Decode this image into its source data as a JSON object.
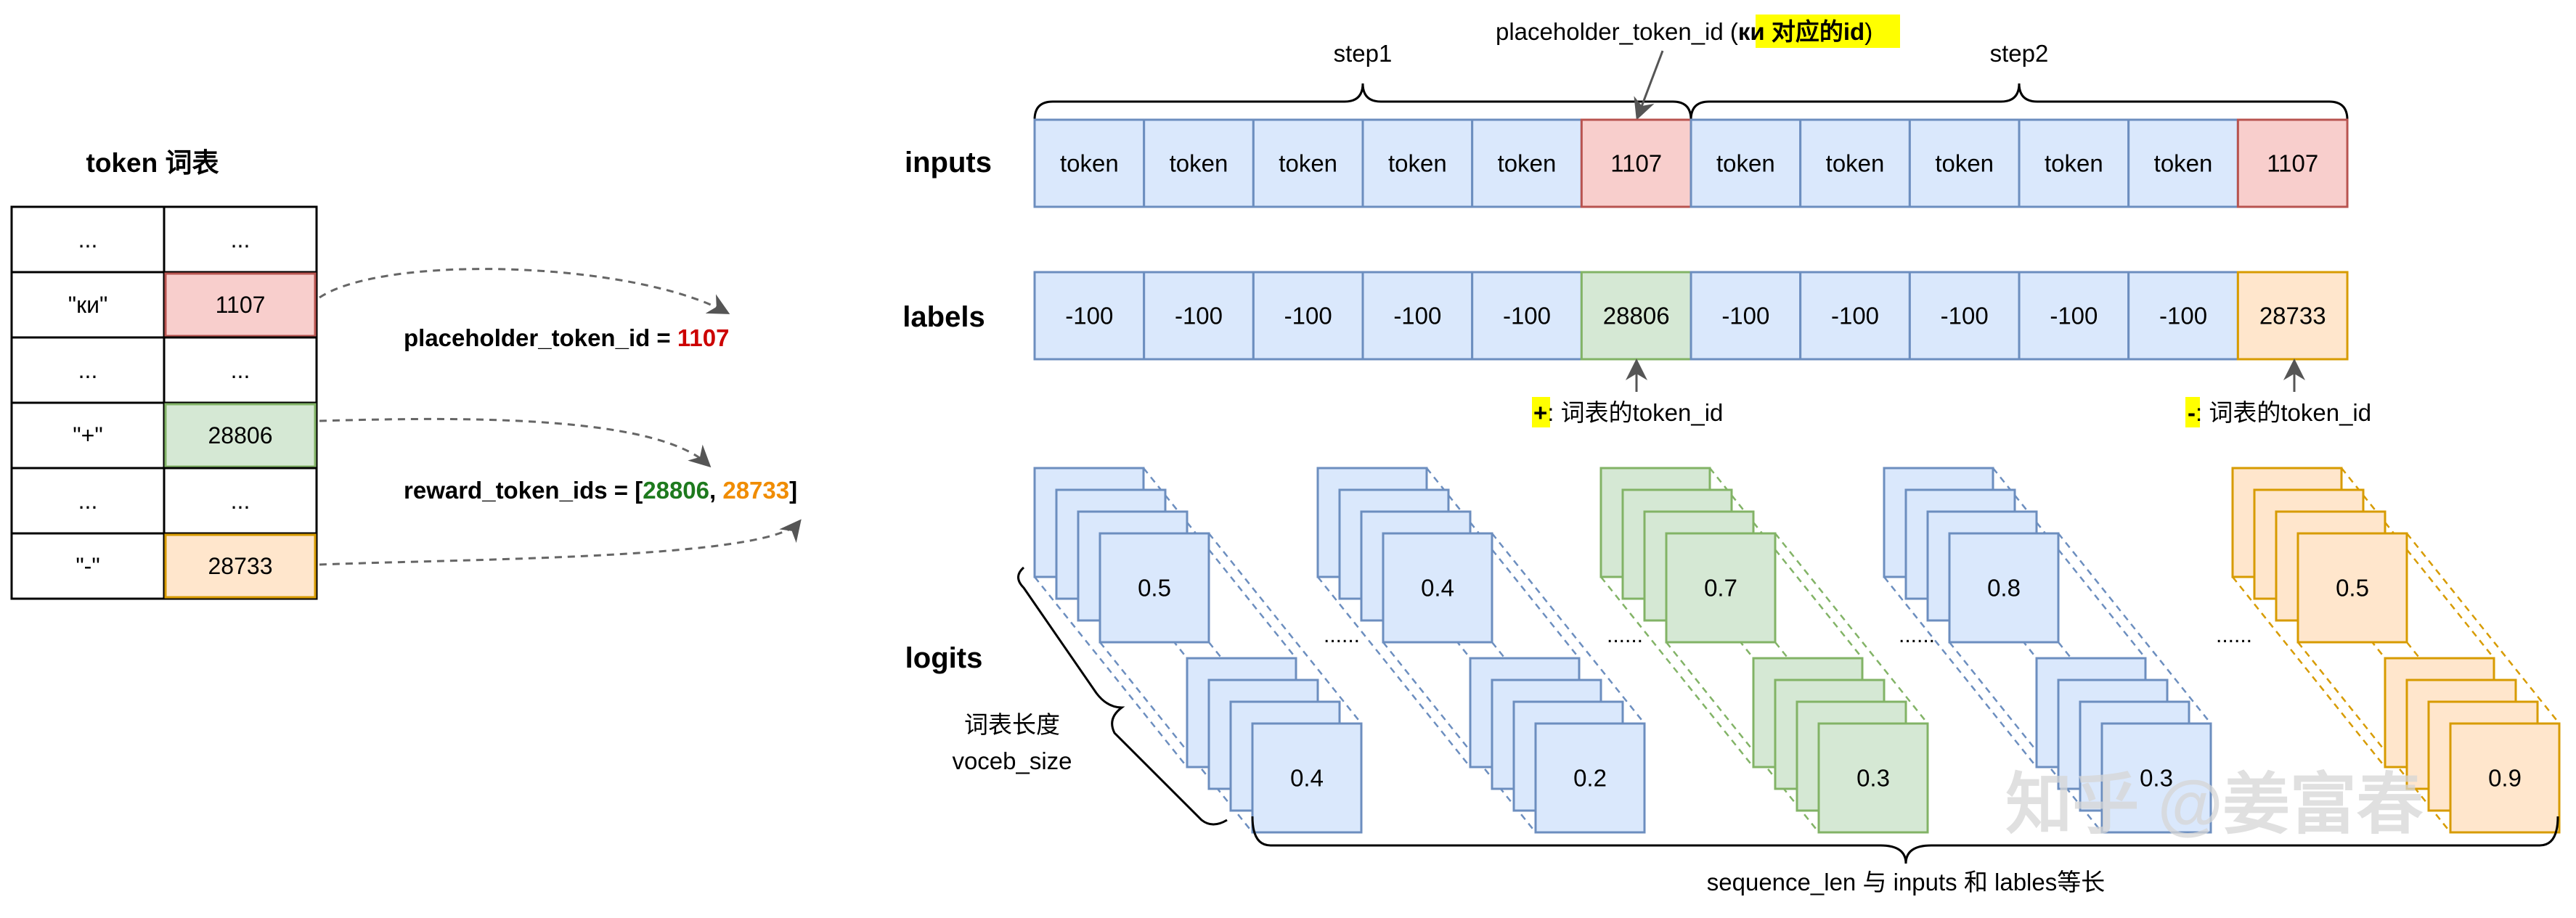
{
  "vocab": {
    "title": "token 词表",
    "rows": [
      {
        "token": "...",
        "id": "..."
      },
      {
        "token": "\"ки\"",
        "id": "1107"
      },
      {
        "token": "...",
        "id": "..."
      },
      {
        "token": "\"+\"",
        "id": "28806"
      },
      {
        "token": "...",
        "id": "..."
      },
      {
        "token": "\"-\"",
        "id": "28733"
      }
    ]
  },
  "placeholder_eq": {
    "name": "placeholder_token_id",
    "eq": " = ",
    "value": "1107"
  },
  "reward_eq": {
    "name": "reward_token_ids",
    "eq": " = ",
    "open": "[",
    "v1": "28806",
    "sep": ", ",
    "v2": "28733",
    "close": "]"
  },
  "row_labels": {
    "inputs": "inputs",
    "labels": "labels",
    "logits": "logits"
  },
  "inputs_cells": [
    "token",
    "token",
    "token",
    "token",
    "token",
    "1107",
    "token",
    "token",
    "token",
    "token",
    "token",
    "1107"
  ],
  "labels_cells": [
    "-100",
    "-100",
    "-100",
    "-100",
    "-100",
    "28806",
    "-100",
    "-100",
    "-100",
    "-100",
    "-100",
    "28733"
  ],
  "steps": {
    "step1": "step1",
    "step2": "step2"
  },
  "top_note": {
    "prefix": "placeholder_token_id (",
    "highlight": "ки 对应的id",
    "suffix": ")"
  },
  "plus_note": {
    "sign": "+",
    "text": ": 词表的token_id"
  },
  "minus_note": {
    "sign": "-",
    "text": ": 词表的token_id"
  },
  "logits_groups": [
    {
      "top": "0.5",
      "bottom": "0.4",
      "color": "blue"
    },
    {
      "top": "0.4",
      "bottom": "0.2",
      "color": "blue"
    },
    {
      "top": "0.7",
      "bottom": "0.3",
      "color": "green"
    },
    {
      "top": "0.8",
      "bottom": "0.3",
      "color": "blue"
    },
    {
      "top": "0.5",
      "bottom": "0.9",
      "color": "orange"
    }
  ],
  "ellipsis": "......",
  "vocab_size_label": {
    "line1": "词表长度",
    "line2": "voceb_size"
  },
  "sequence_label": "sequence_len 与 inputs 和 lables等长",
  "watermark": "知乎 @姜富春",
  "colors": {
    "blue_fill": "#dae8fc",
    "blue_stroke": "#6c8ebf",
    "red_fill": "#f8cecc",
    "red_stroke": "#b85450",
    "green_fill": "#d5e8d4",
    "green_stroke": "#82b366",
    "orange_fill": "#ffe6cc",
    "orange_stroke": "#d79b00",
    "id_red": "#cc0000",
    "id_green": "#1e7a1e",
    "id_orange": "#f08c00",
    "highlight": "#ffff00"
  }
}
